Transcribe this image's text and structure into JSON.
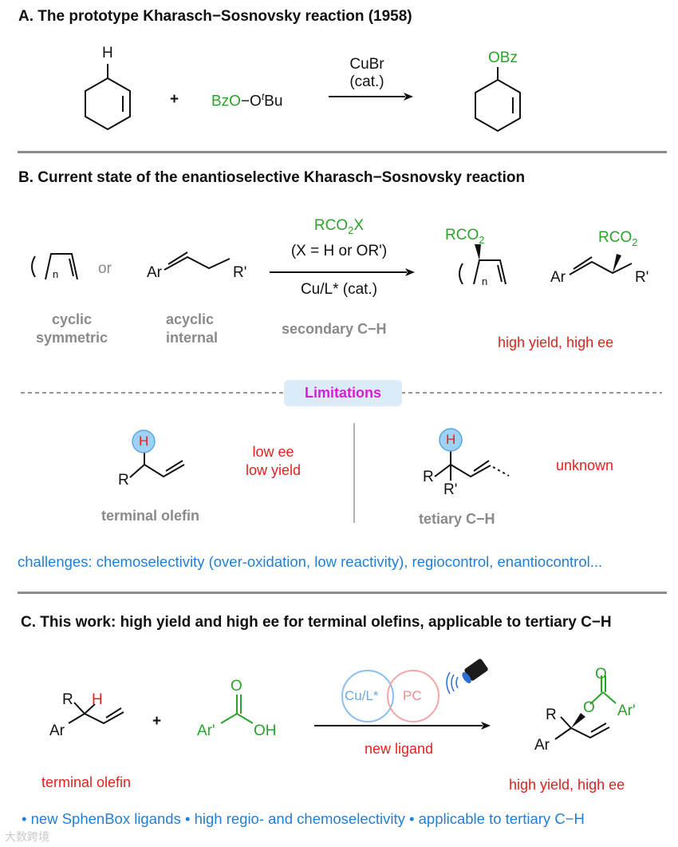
{
  "sectionA": {
    "heading": "A. The prototype Kharasch−Sosnovsky reaction (1958)",
    "h_label": "H",
    "plus": "+",
    "reagent_green": "BzO",
    "reagent_dash": "−O",
    "reagent_sup": "t",
    "reagent_tail": "Bu",
    "catalyst": "CuBr",
    "catalyst_note": "(cat.)",
    "product_group": "OBz"
  },
  "sectionB": {
    "heading": "B. Current state of the enantioselective Kharasch−Sosnovsky reaction",
    "ring_n": "n",
    "or": "or",
    "ar": "Ar",
    "r_prime": "R'",
    "reagent": "RCO",
    "reagent_sub": "2",
    "reagent_tail": "X",
    "reagent_note": "(X = H or OR')",
    "catalyst": "Cu/L* (cat.)",
    "product_group": "RCO",
    "product_sub": "2",
    "cyclic_line1": "cyclic",
    "cyclic_line2": "symmetric",
    "acyclic_line1": "acyclic",
    "acyclic_line2": "internal",
    "secondary": "secondary C−H",
    "outcome": "high yield, high ee",
    "limitations": "Limitations",
    "h": "H",
    "r": "R",
    "low_ee": "low ee",
    "low_yield": "low yield",
    "terminal_label": "terminal olefin",
    "unknown": "unknown",
    "tertiary_label": "tetiary C−H",
    "challenges": "challenges: chemoselectivity (over-oxidation, low reactivity), regiocontrol, enantiocontrol..."
  },
  "sectionC": {
    "heading": "C. This work: high yield and high ee for terminal olefins, applicable to tertiary C−H",
    "r": "R",
    "h": "H",
    "ar": "Ar",
    "plus": "+",
    "ar_prime": "Ar'",
    "o": "O",
    "oh": "OH",
    "cu_label": "Cu/L*",
    "pc_label": "PC",
    "condition": "new ligand",
    "terminal_label": "terminal olefin",
    "outcome": "high yield, high ee",
    "footer": "• new SphenBox ligands • high regio- and chemoselectivity • applicable to tertiary C−H",
    "watermark": "大数跨境"
  },
  "colors": {
    "green": "#2aa32a",
    "red": "#e0231e",
    "blue": "#1f7fd6",
    "magenta": "#d51fd5",
    "grey": "#8a8a8a",
    "rule": "#8c8c8c",
    "limit_bg": "#dcebf8"
  }
}
